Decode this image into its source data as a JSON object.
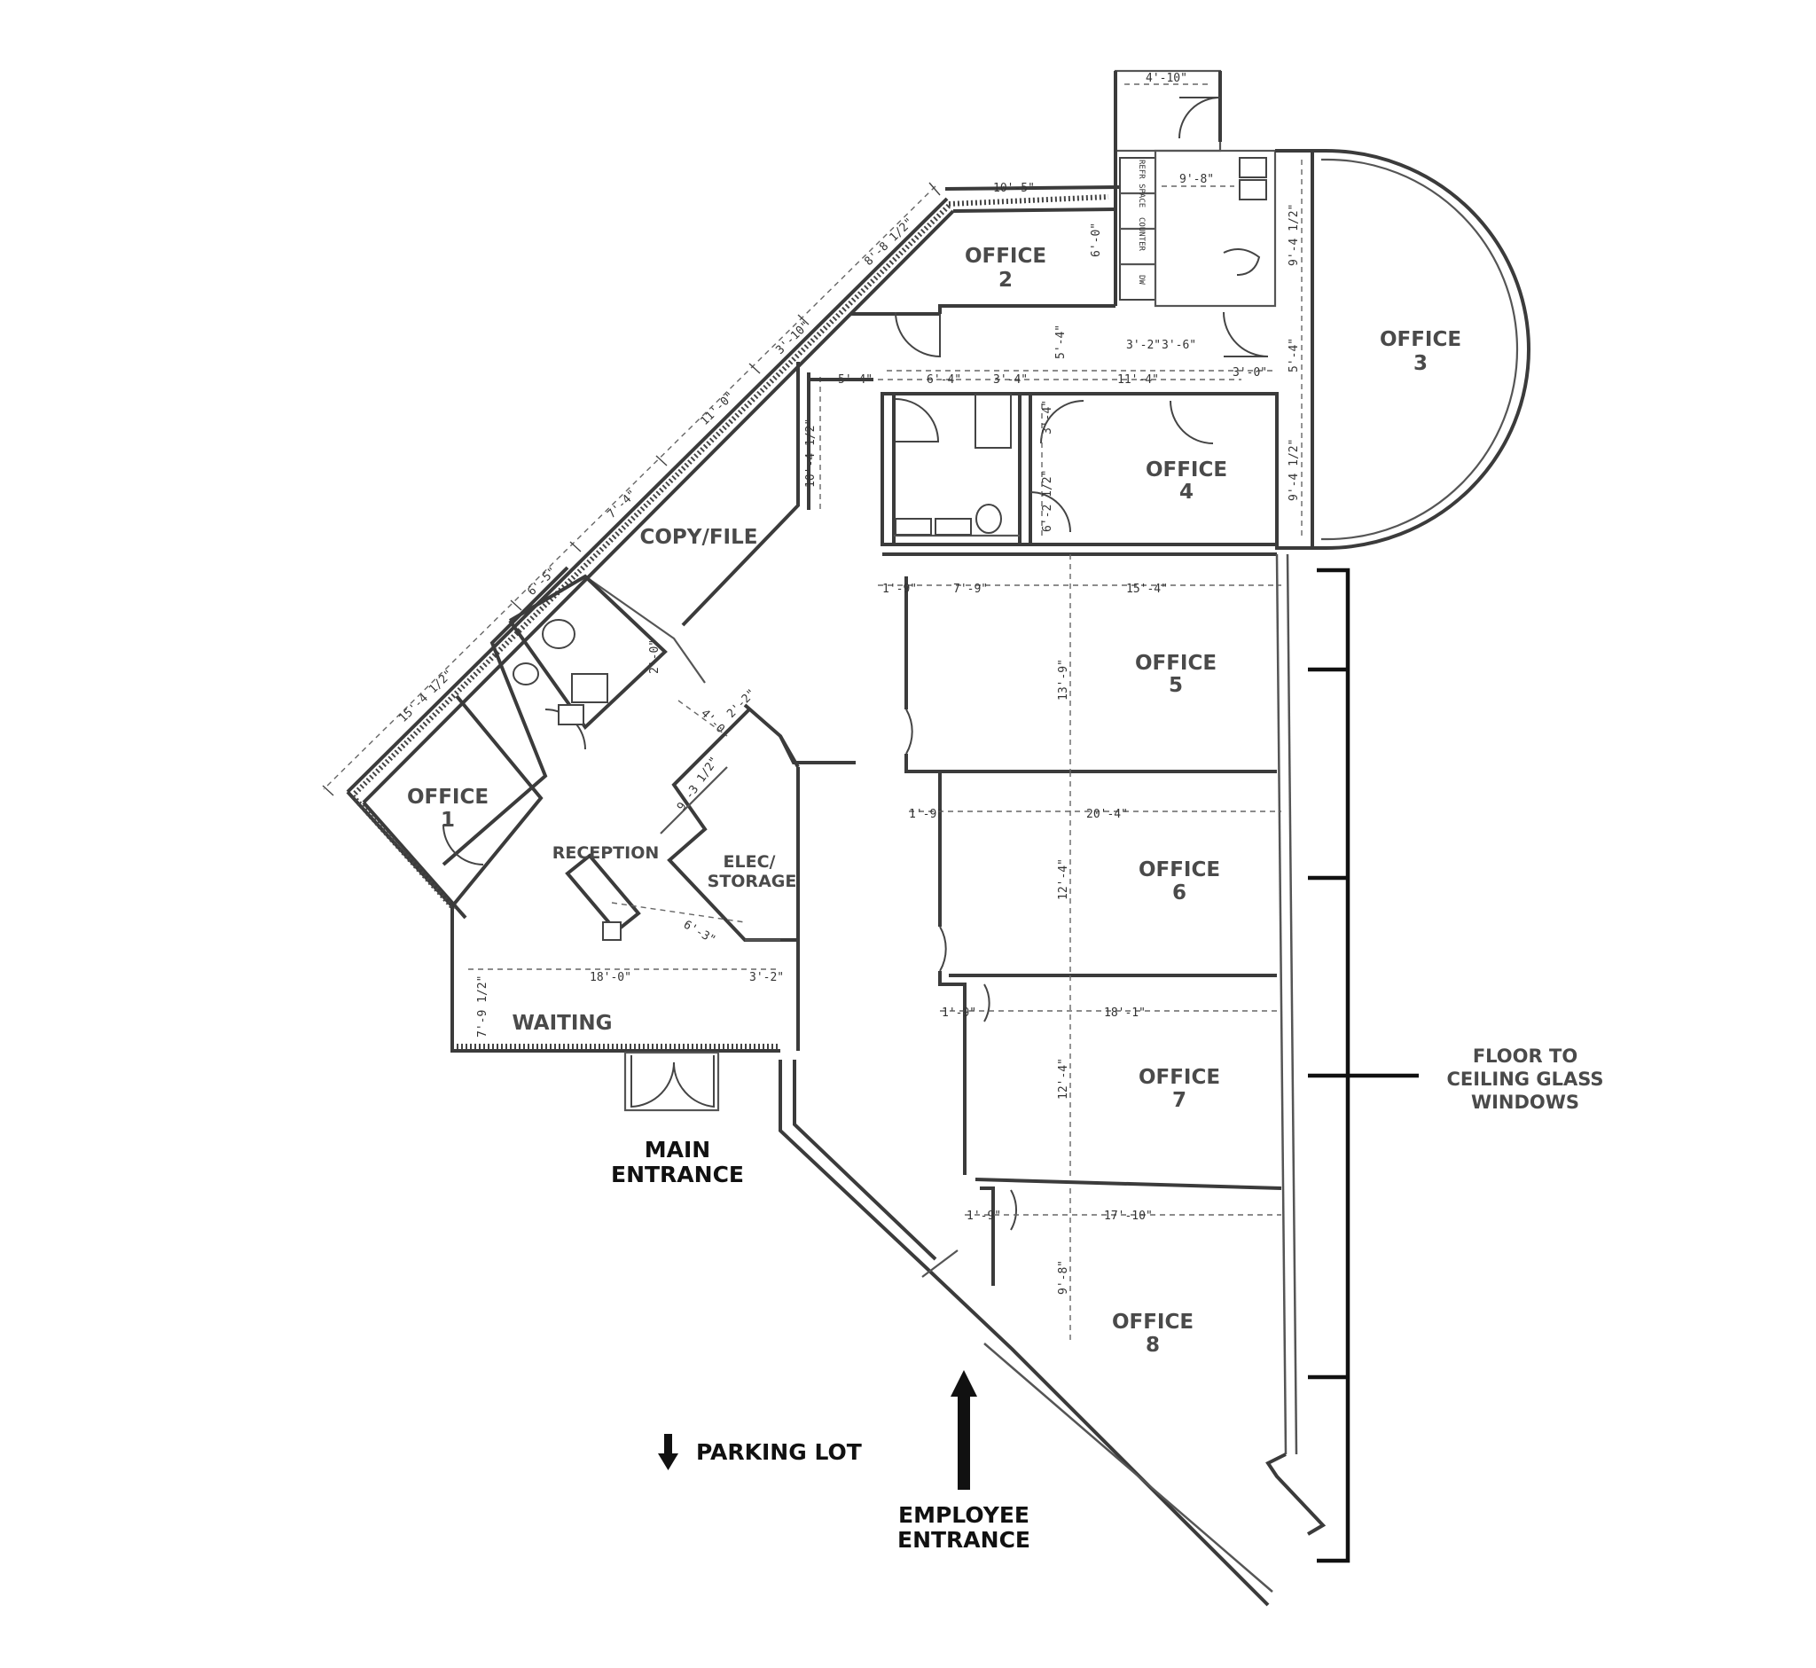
{
  "rooms": {
    "office_1": {
      "title": "OFFICE",
      "number": "1"
    },
    "office_2": {
      "title": "OFFICE",
      "number": "2"
    },
    "office_3": {
      "title": "OFFICE",
      "number": "3"
    },
    "office_4": {
      "title": "OFFICE",
      "number": "4"
    },
    "office_5": {
      "title": "OFFICE",
      "number": "5"
    },
    "office_6": {
      "title": "OFFICE",
      "number": "6"
    },
    "office_7": {
      "title": "OFFICE",
      "number": "7"
    },
    "office_8": {
      "title": "OFFICE",
      "number": "8"
    },
    "copy_file": "COPY/FILE",
    "reception": "RECEPTION",
    "elec_storage": [
      "ELEC/",
      "STORAGE"
    ],
    "waiting": "WAITING"
  },
  "callouts": {
    "main_entrance": [
      "MAIN",
      "ENTRANCE"
    ],
    "employee_entrance": [
      "EMPLOYEE",
      "ENTRANCE"
    ],
    "parking_lot": "PARKING LOT",
    "glass_windows": [
      "FLOOR TO",
      "CEILING GLASS",
      "WINDOWS"
    ]
  },
  "dimensions": {
    "top_closet": "4'-10\"",
    "office2_width": "10'-5\"",
    "diag_1": "8'-8 1/2\"",
    "diag_2": "3'-10\"",
    "diag_3": "11'-0\"",
    "diag_4": "7'-4\"",
    "diag_5": "6'-5\"",
    "diag_6": "15'-4 1/2\"",
    "kitchen_w": "9'-8\"",
    "kitchen_h": "6'-0\"",
    "office3_top": "9'-4 1/2\"",
    "office3_mid": "5'-4\"",
    "office3_bot": "9'-4 1/2\"",
    "corridor_1": "3'-2\"",
    "corridor_2": "3'-6\"",
    "corridor_3": "3'-0\"",
    "hall_h": "5'-4\"",
    "row_a": "5'-4\"",
    "row_b": "6'-4\"",
    "row_c": "3'-4\"",
    "row_d": "11'-4\"",
    "copy_h": "10'-4 1/2\"",
    "bath_h1": "3'-4\"",
    "bath_h2": "6'-2 1/2\"",
    "office5_w1": "1'-9\"",
    "office5_w2": "7'-9\"",
    "office5_w3": "15'-4\"",
    "office5_h": "13'-9\"",
    "office6_w1": "1'-9\"",
    "office6_w2": "20'-4\"",
    "office6_h": "12'-4\"",
    "office7_w1": "1'-9\"",
    "office7_w2": "18'-1\"",
    "office7_h": "12'-4\"",
    "office8_w1": "1'-9\"",
    "office8_w2": "17'-10\"",
    "office8_h": "9'-8\"",
    "rest_1": "2'-0\"",
    "rest_2": "4'-0\"",
    "rest_3": "2'-2\"",
    "reception_diag": "9'-3 1/2\"",
    "desk_dim": "6'-3\"",
    "waiting_w": "18'-0\"",
    "waiting_r": "3'-2\"",
    "waiting_h": "7'-9 1/2\""
  },
  "fixture_labels": {
    "refr": "REFR SPACE",
    "dw": "DW",
    "counter": "COUNTER"
  },
  "colors": {
    "wall": "#3b3b3b",
    "label": "#4a4a4a",
    "callout": "#111111",
    "background": "#ffffff"
  }
}
